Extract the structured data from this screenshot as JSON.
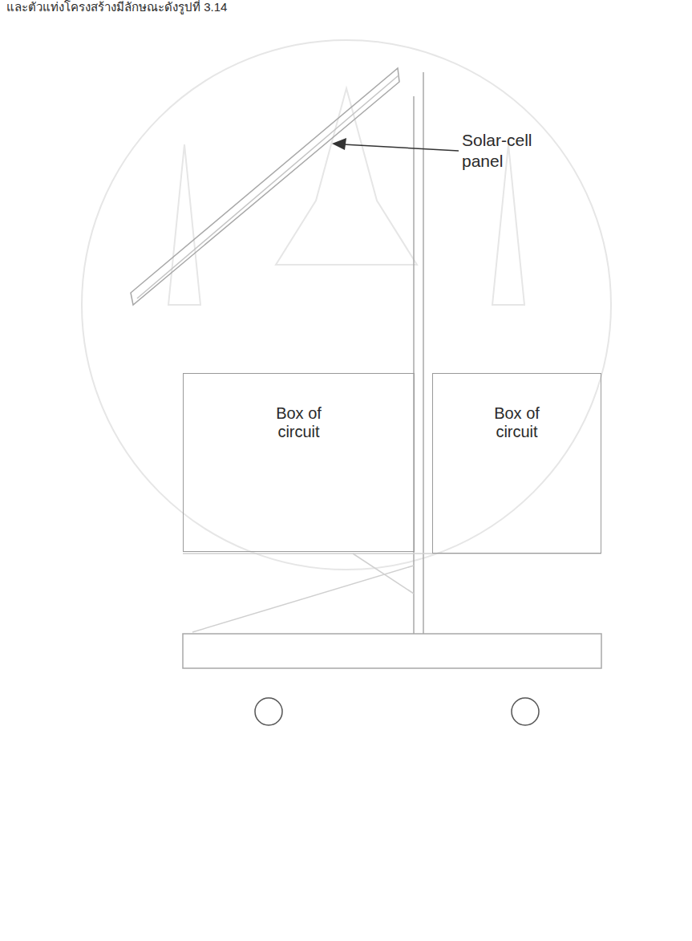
{
  "diagram": {
    "nodes": [
      {
        "text": [
          "Box of circuit"
        ]
      },
      {
        "text": [
          "Box of circuit"
        ]
      }
    ],
    "labels": [
      "และตัวแท่งโครงสร้างมีลักษณะดังรูปที่ 3.14",
      "Solar-cell panel"
    ]
  }
}
